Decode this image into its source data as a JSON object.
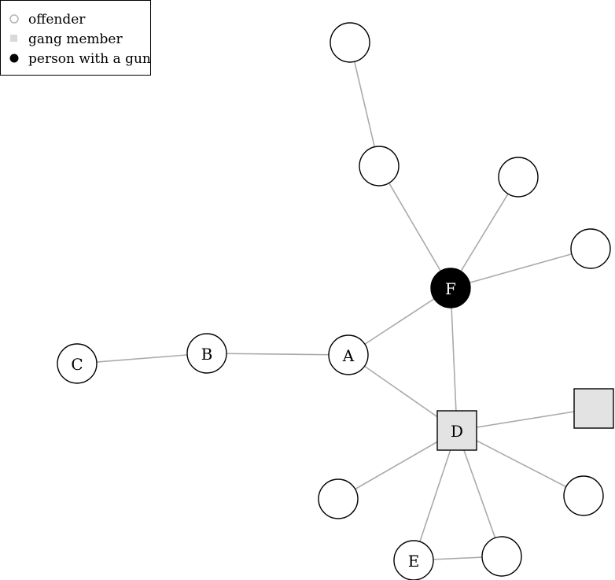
{
  "legend": {
    "items": [
      {
        "label": "offender",
        "symbol": "circle-outline"
      },
      {
        "label": "gang member",
        "symbol": "square-filled-grey"
      },
      {
        "label": "person with a gun",
        "symbol": "circle-filled-black"
      }
    ]
  },
  "colors": {
    "edge": "#aaaaaa",
    "gang_fill": "#e3e3e3",
    "gun_fill": "#000000",
    "offender_fill": "#ffffff",
    "stroke": "#000000",
    "legend_offender": "#b3b3b3",
    "legend_gang": "#d9d9d9"
  },
  "network": {
    "nodes": [
      {
        "id": "F",
        "label": "F",
        "type": "gun"
      },
      {
        "id": "A",
        "label": "A",
        "type": "offender"
      },
      {
        "id": "B",
        "label": "B",
        "type": "offender"
      },
      {
        "id": "C",
        "label": "C",
        "type": "offender"
      },
      {
        "id": "D",
        "label": "D",
        "type": "gang"
      },
      {
        "id": "E",
        "label": "E",
        "type": "offender"
      },
      {
        "id": "n1",
        "label": "",
        "type": "offender"
      },
      {
        "id": "n2",
        "label": "",
        "type": "offender"
      },
      {
        "id": "n3",
        "label": "",
        "type": "offender"
      },
      {
        "id": "n4",
        "label": "",
        "type": "offender"
      },
      {
        "id": "n5",
        "label": "",
        "type": "gang"
      },
      {
        "id": "n6",
        "label": "",
        "type": "offender"
      },
      {
        "id": "n7",
        "label": "",
        "type": "offender"
      },
      {
        "id": "n8",
        "label": "",
        "type": "offender"
      }
    ],
    "edges": [
      [
        "n1",
        "n2"
      ],
      [
        "n2",
        "F"
      ],
      [
        "n3",
        "F"
      ],
      [
        "n4",
        "F"
      ],
      [
        "F",
        "A"
      ],
      [
        "F",
        "D"
      ],
      [
        "A",
        "B"
      ],
      [
        "B",
        "C"
      ],
      [
        "A",
        "D"
      ],
      [
        "D",
        "n5"
      ],
      [
        "D",
        "n6"
      ],
      [
        "D",
        "n7"
      ],
      [
        "D",
        "E"
      ],
      [
        "D",
        "n8"
      ],
      [
        "E",
        "n8"
      ]
    ]
  }
}
